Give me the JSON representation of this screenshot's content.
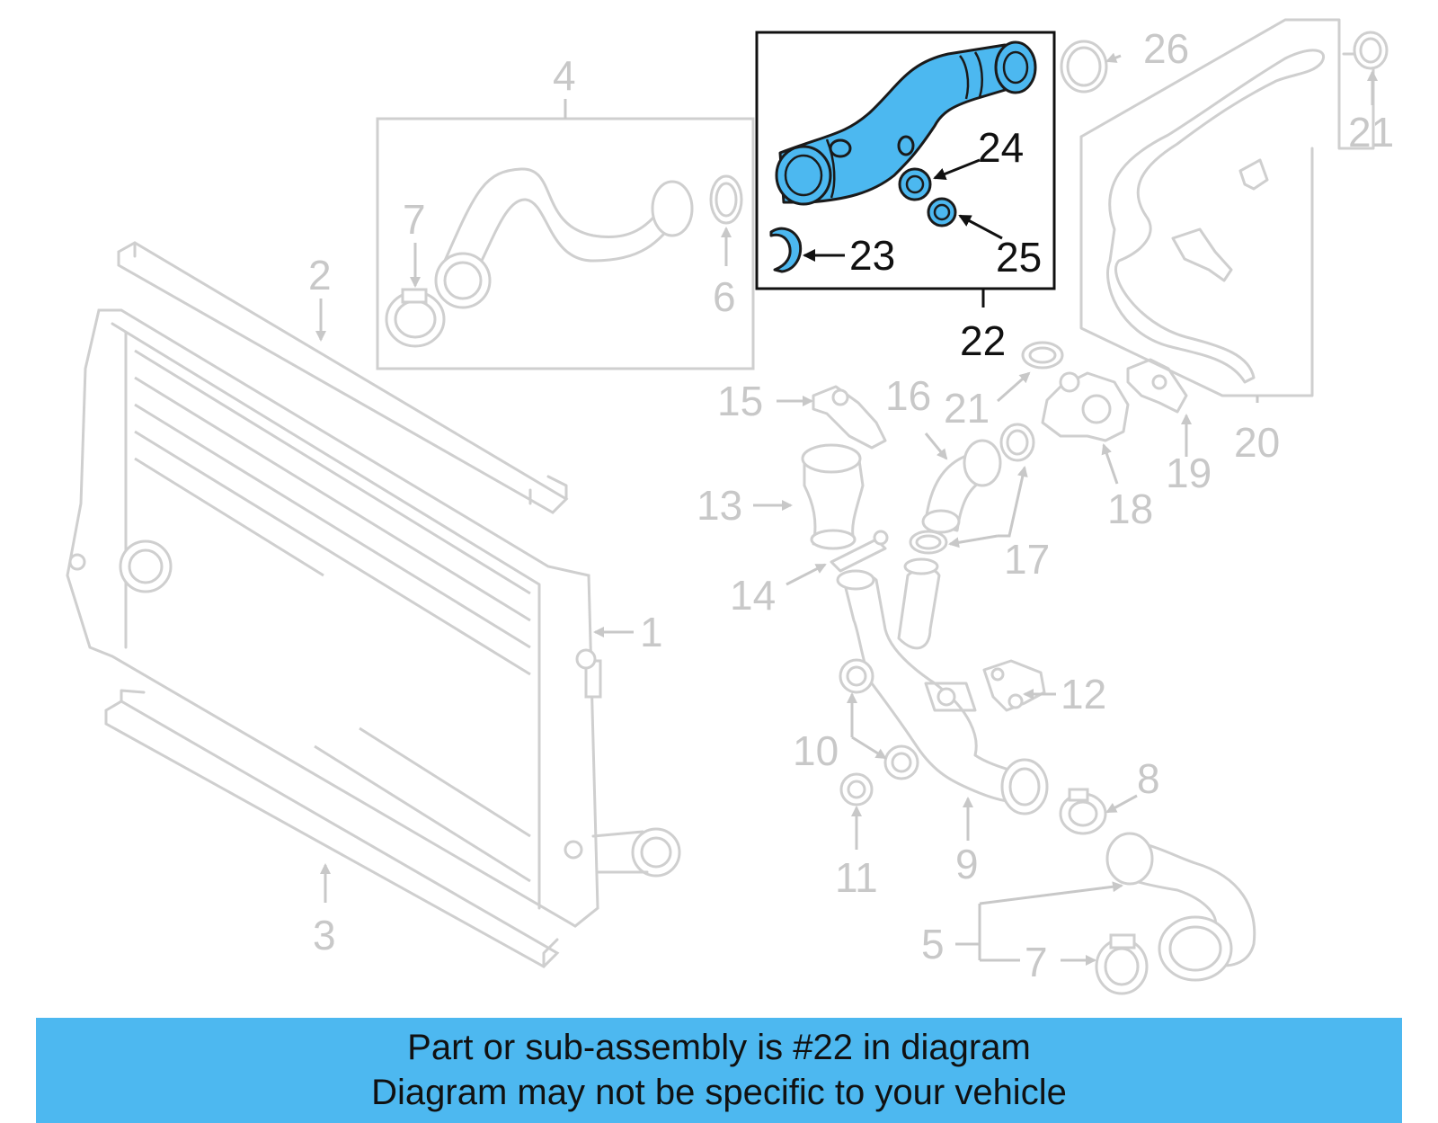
{
  "callouts": {
    "c1": "1",
    "c2": "2",
    "c3": "3",
    "c4": "4",
    "c5": "5",
    "c6": "6",
    "c7a": "7",
    "c7b": "7",
    "c8": "8",
    "c9": "9",
    "c10": "10",
    "c11": "11",
    "c12": "12",
    "c13": "13",
    "c14": "14",
    "c15": "15",
    "c16": "16",
    "c17": "17",
    "c18": "18",
    "c19": "19",
    "c20": "20",
    "c21a": "21",
    "c21b": "21",
    "c22": "22",
    "c23": "23",
    "c24": "24",
    "c25": "25",
    "c26": "26"
  },
  "banner": {
    "line1": "Part or sub-assembly is #22 in diagram",
    "line2": "Diagram may not be specific to your vehicle"
  },
  "colors": {
    "highlight": "#4cb8f0",
    "banner": "#4db8f0",
    "inactive_part": "#cfcfcf"
  }
}
